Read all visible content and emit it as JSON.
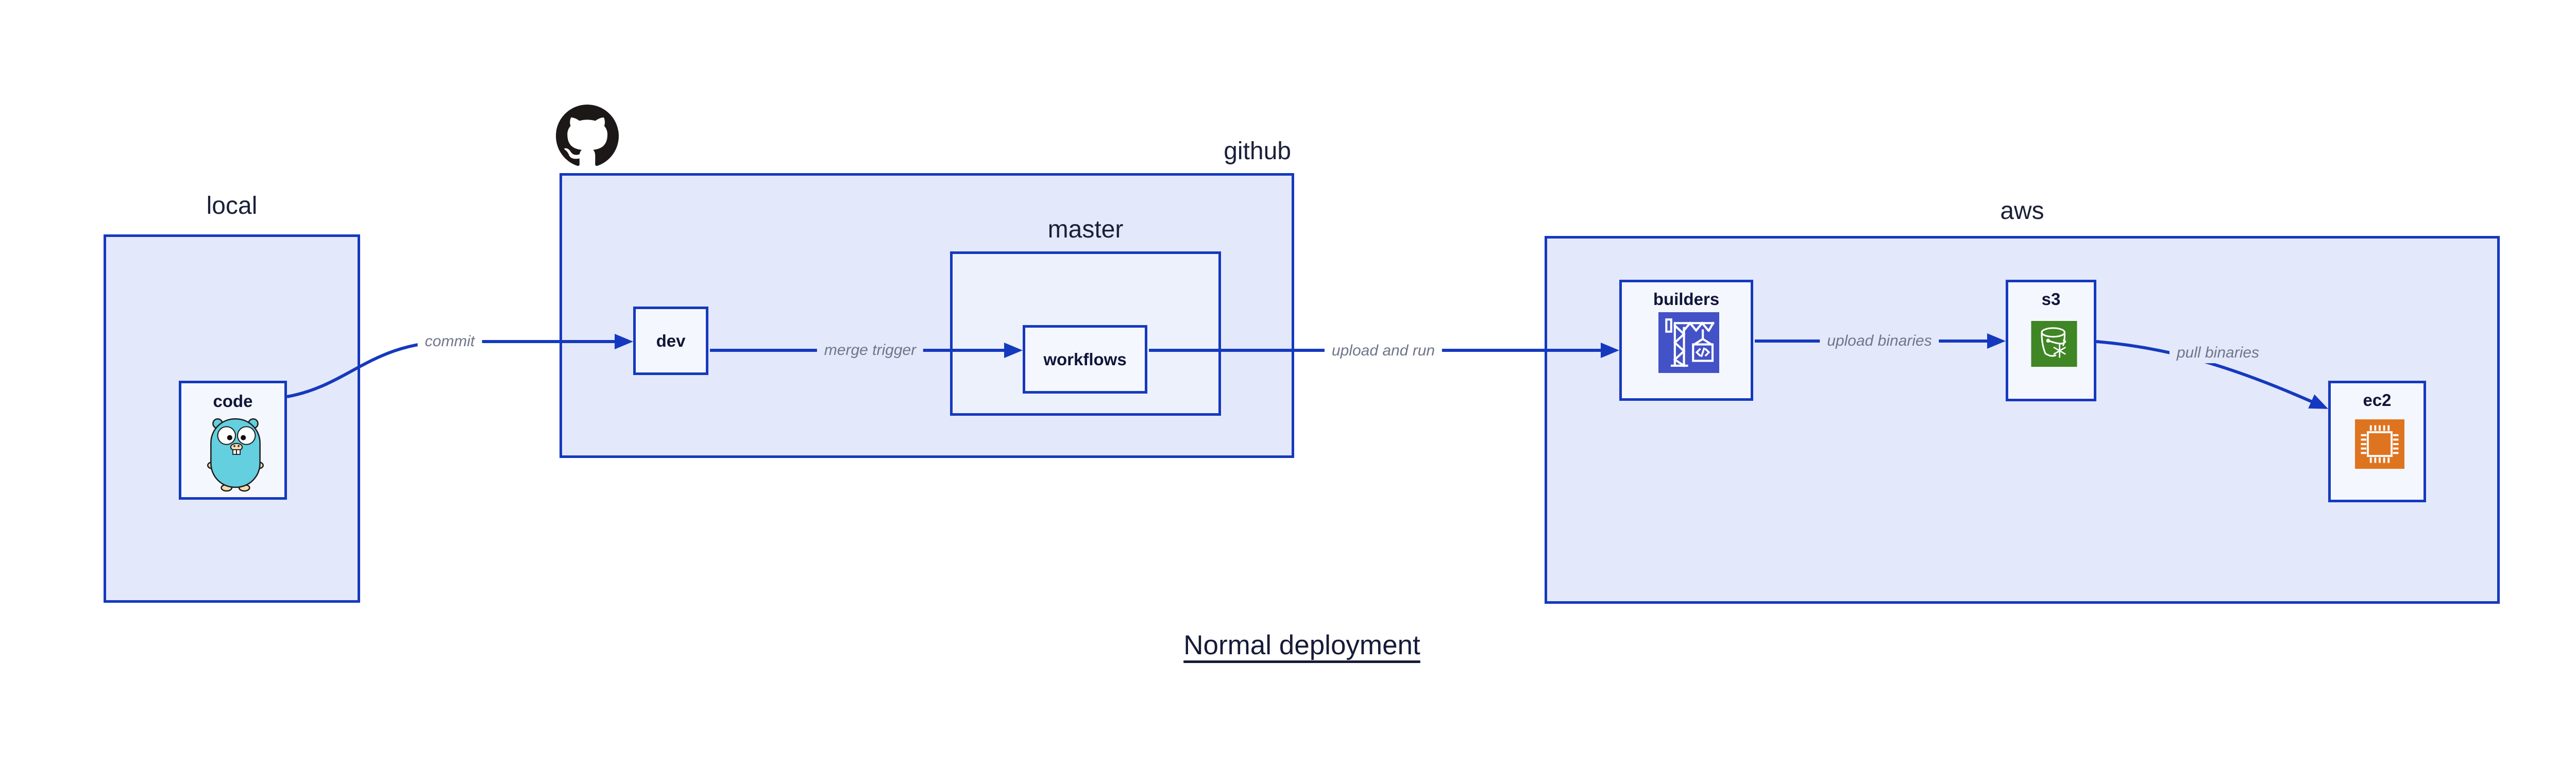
{
  "title": "Normal deployment",
  "groups": {
    "local": {
      "label": "local"
    },
    "github": {
      "label": "github"
    },
    "master": {
      "label": "master"
    },
    "aws": {
      "label": "aws"
    }
  },
  "nodes": {
    "code": {
      "label": "code",
      "icon": "go-gopher-icon"
    },
    "dev": {
      "label": "dev"
    },
    "workflows": {
      "label": "workflows"
    },
    "builders": {
      "label": "builders",
      "icon": "aws-codebuild-icon"
    },
    "s3": {
      "label": "s3",
      "icon": "aws-s3-glacier-icon"
    },
    "ec2": {
      "label": "ec2",
      "icon": "aws-ec2-icon"
    }
  },
  "edges": [
    {
      "from": "code",
      "to": "dev",
      "label": "commit"
    },
    {
      "from": "dev",
      "to": "workflows",
      "label": "merge trigger"
    },
    {
      "from": "workflows",
      "to": "builders",
      "label": "upload and run"
    },
    {
      "from": "builders",
      "to": "s3",
      "label": "upload binaries"
    },
    {
      "from": "s3",
      "to": "ec2",
      "label": "pull binaries"
    }
  ],
  "colors": {
    "line_blue": "#1539be",
    "container_fill": "#e3e9fb",
    "sub_container_fill": "#edf1fc",
    "node_fill": "#f5f7fe",
    "navy_text": "#161b38",
    "edge_label_gray": "#6f7689",
    "codebuild_indigo": "#4452c7",
    "s3_green": "#3f8624",
    "ec2_orange": "#df7420",
    "gopher_teal": "#63cfdf",
    "github_black": "#1b1817"
  }
}
